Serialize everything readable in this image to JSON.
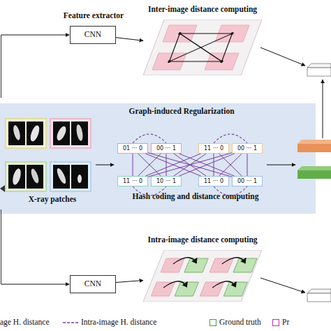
{
  "diagram": {
    "nodes": [
      {
        "text": [
          "Feature extractor",
          "CNN"
        ]
      },
      {
        "text": [
          "Inter-image distance computing"
        ]
      },
      {
        "text": [
          "Graph-induced Regularization",
          "X-ray patches",
          "Hash coding and distance computing"
        ]
      },
      {
        "text": [
          "01 ··· 0"
        ],
        "in": 2
      },
      {
        "text": [
          "00 ··· 1"
        ],
        "in": 2
      },
      {
        "text": [
          "11 ··· 0"
        ],
        "in": 2
      },
      {
        "text": [
          "00 ··· 1"
        ],
        "in": 2
      },
      {
        "text": [
          "11 ··· 0"
        ],
        "in": 2
      },
      {
        "text": [
          "10 ··· 1"
        ],
        "in": 2
      },
      {
        "text": [
          "11 ··· 0"
        ],
        "in": 2
      },
      {
        "text": [
          "00 ··· 1"
        ],
        "in": 2
      },
      {
        "text": [
          "Intra-image distance computing"
        ]
      },
      {
        "text": [
          "CNN"
        ]
      }
    ],
    "edges": [
      {
        "from": 0,
        "to": 1,
        "arrow": "to"
      },
      {
        "from": 12,
        "to": 11,
        "arrow": "to"
      },
      {
        "from": 3,
        "to": 7,
        "arrow": "none"
      },
      {
        "from": 3,
        "to": 8,
        "arrow": "none"
      },
      {
        "from": 3,
        "to": 9,
        "arrow": "none"
      },
      {
        "from": 3,
        "to": 10,
        "arrow": "none"
      },
      {
        "from": 4,
        "to": 7,
        "arrow": "none"
      },
      {
        "from": 4,
        "to": 8,
        "arrow": "none"
      },
      {
        "from": 4,
        "to": 9,
        "arrow": "none"
      },
      {
        "from": 4,
        "to": 10,
        "arrow": "none"
      },
      {
        "from": 5,
        "to": 7,
        "arrow": "none"
      },
      {
        "from": 5,
        "to": 8,
        "arrow": "none"
      },
      {
        "from": 5,
        "to": 9,
        "arrow": "none"
      },
      {
        "from": 5,
        "to": 10,
        "arrow": "none"
      },
      {
        "from": 6,
        "to": 7,
        "arrow": "none"
      },
      {
        "from": 6,
        "to": 8,
        "arrow": "none"
      },
      {
        "from": 6,
        "to": 9,
        "arrow": "none"
      },
      {
        "from": 6,
        "to": 10,
        "arrow": "none"
      },
      {
        "from": 3,
        "to": 4,
        "arrow": "none"
      },
      {
        "from": 5,
        "to": 6,
        "arrow": "none"
      },
      {
        "from": 7,
        "to": 8,
        "arrow": "none"
      },
      {
        "from": 9,
        "to": 10,
        "arrow": "none"
      }
    ],
    "legend": [
      {
        "text": "age H. distance"
      },
      {
        "text": "Intra-image H. distance"
      },
      {
        "text": "Ground truth",
        "color": "#3aa53a"
      },
      {
        "text": "Pr",
        "color": "#c42bc4"
      }
    ]
  }
}
